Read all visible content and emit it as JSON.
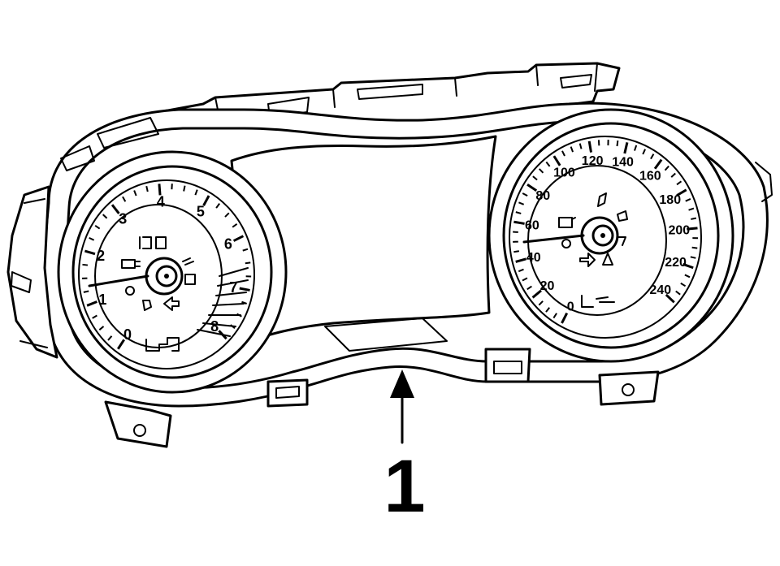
{
  "callout": {
    "label": "1"
  },
  "tachometer": {
    "labels": [
      "0",
      "1",
      "2",
      "3",
      "4",
      "5",
      "6",
      "7",
      "8"
    ],
    "indicator_icons": [
      "headlight-icon",
      "high-beam-icon",
      "seatbelt-icon",
      "battery-icon",
      "engine-icon",
      "door-icon",
      "turn-signal-icon",
      "cruise-control-icon"
    ]
  },
  "speedometer": {
    "labels": [
      "0",
      "20",
      "40",
      "60",
      "80",
      "100",
      "120",
      "140",
      "160",
      "180",
      "200",
      "220",
      "240"
    ],
    "indicator_icons": [
      "traction-icon",
      "oil-icon",
      "brake-icon",
      "tire-pressure-icon",
      "turn-signal-icon",
      "airbag-icon",
      "fuel-icon"
    ]
  },
  "colors": {
    "ink": "#000000",
    "paper": "#ffffff"
  }
}
